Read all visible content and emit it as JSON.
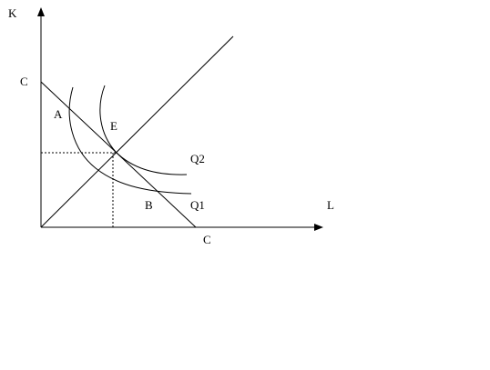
{
  "axes": {
    "y_label": "K",
    "x_label": "L"
  },
  "budget_line": {
    "y_intercept_label": "C",
    "x_intercept_label": "C"
  },
  "points": {
    "a": "A",
    "b": "B",
    "e": "E"
  },
  "curves": {
    "q1": "Q1",
    "q2": "Q2"
  },
  "colors": {
    "ink": "#000000",
    "background": "#ffffff"
  }
}
